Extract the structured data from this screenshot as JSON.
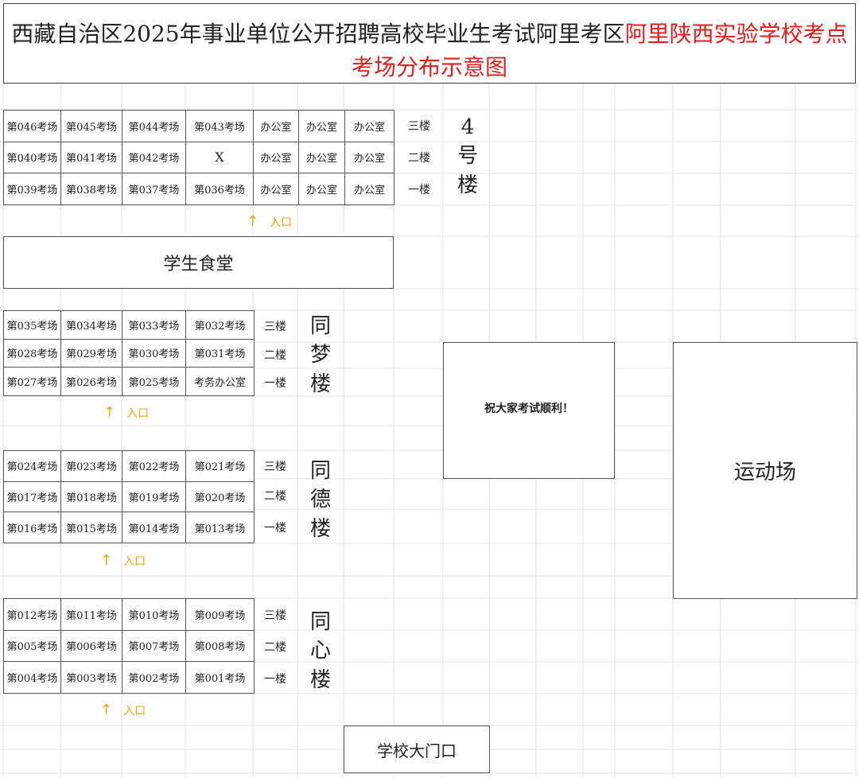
{
  "title": {
    "line1_black": "西藏自治区2025年事业单位公开招聘高校毕业生考试阿里考区",
    "line1_red": "阿里陕西实验学校考点",
    "line2": "考场分布示意图"
  },
  "entrance_label": "入口",
  "entrance_arrow": "↑",
  "building4": {
    "name": [
      "4",
      "号",
      "楼"
    ],
    "floors": [
      "三楼",
      "二楼",
      "一楼"
    ],
    "rows": [
      [
        "第046考场",
        "第045考场",
        "第044考场",
        "第043考场",
        "办公室",
        "办公室",
        "办公室"
      ],
      [
        "第040考场",
        "第041考场",
        "第042考场",
        "X",
        "办公室",
        "办公室",
        "办公室"
      ],
      [
        "第039考场",
        "第038考场",
        "第037考场",
        "第036考场",
        "办公室",
        "办公室",
        "办公室"
      ]
    ]
  },
  "canteen": "学生食堂",
  "tongmeng": {
    "name": [
      "同",
      "梦",
      "楼"
    ],
    "floors": [
      "三楼",
      "二楼",
      "一楼"
    ],
    "rows": [
      [
        "第035考场",
        "第034考场",
        "第033考场",
        "第032考场"
      ],
      [
        "第028考场",
        "第029考场",
        "第030考场",
        "第031考场"
      ],
      [
        "第027考场",
        "第026考场",
        "第025考场",
        "考务办公室"
      ]
    ]
  },
  "tongde": {
    "name": [
      "同",
      "德",
      "楼"
    ],
    "floors": [
      "三楼",
      "二楼",
      "一楼"
    ],
    "rows": [
      [
        "第024考场",
        "第023考场",
        "第022考场",
        "第021考场"
      ],
      [
        "第017考场",
        "第018考场",
        "第019考场",
        "第020考场"
      ],
      [
        "第016考场",
        "第015考场",
        "第014考场",
        "第013考场"
      ]
    ]
  },
  "tongxin": {
    "name": [
      "同",
      "心",
      "楼"
    ],
    "floors": [
      "三楼",
      "二楼",
      "一楼"
    ],
    "rows": [
      [
        "第012考场",
        "第011考场",
        "第010考场",
        "第009考场"
      ],
      [
        "第005考场",
        "第006考场",
        "第007考场",
        "第008考场"
      ],
      [
        "第004考场",
        "第003考场",
        "第002考场",
        "第001考场"
      ]
    ]
  },
  "wishes": "祝大家考试顺利！",
  "playground": "运动场",
  "school_gate": "学校大门口"
}
